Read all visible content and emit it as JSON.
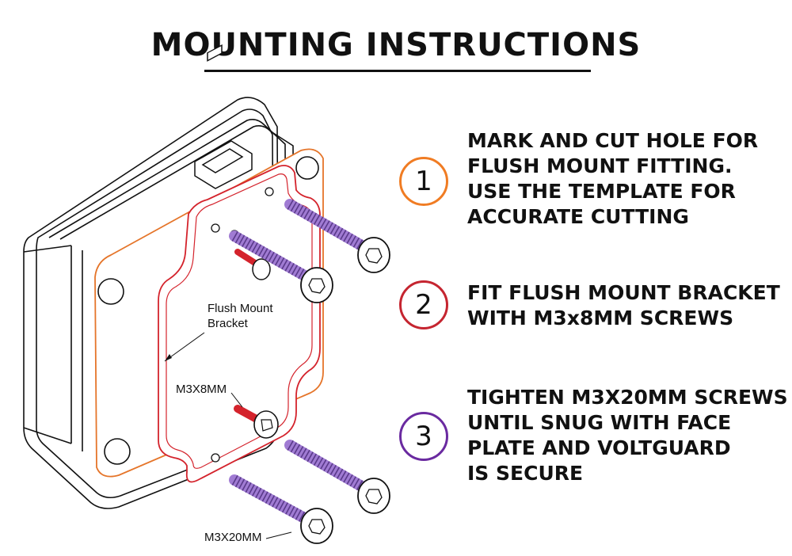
{
  "title": "MOUNTING INSTRUCTIONS",
  "colors": {
    "step1": "#f07c23",
    "step2": "#c52530",
    "step3": "#6a2aa0",
    "bracket": "#d4232c",
    "box_outline": "#e5752a",
    "screw": "#a07bd3",
    "ink": "#111111"
  },
  "steps": [
    {
      "number": "1",
      "lines": [
        "MARK AND CUT HOLE FOR",
        "FLUSH MOUNT FITTING.",
        "USE THE TEMPLATE FOR",
        "ACCURATE CUTTING"
      ]
    },
    {
      "number": "2",
      "lines": [
        "FIT FLUSH MOUNT BRACKET",
        "WITH M3x8MM SCREWS"
      ]
    },
    {
      "number": "3",
      "lines": [
        "TIGHTEN M3X20MM SCREWS",
        "UNTIL SNUG WITH FACE",
        "PLATE AND VOLTGUARD",
        "IS SECURE"
      ]
    }
  ],
  "callouts": {
    "bracket_line1": "Flush Mount",
    "bracket_line2": "Bracket",
    "short_screw": "M3X8MM",
    "long_screw": "M3X20MM"
  }
}
